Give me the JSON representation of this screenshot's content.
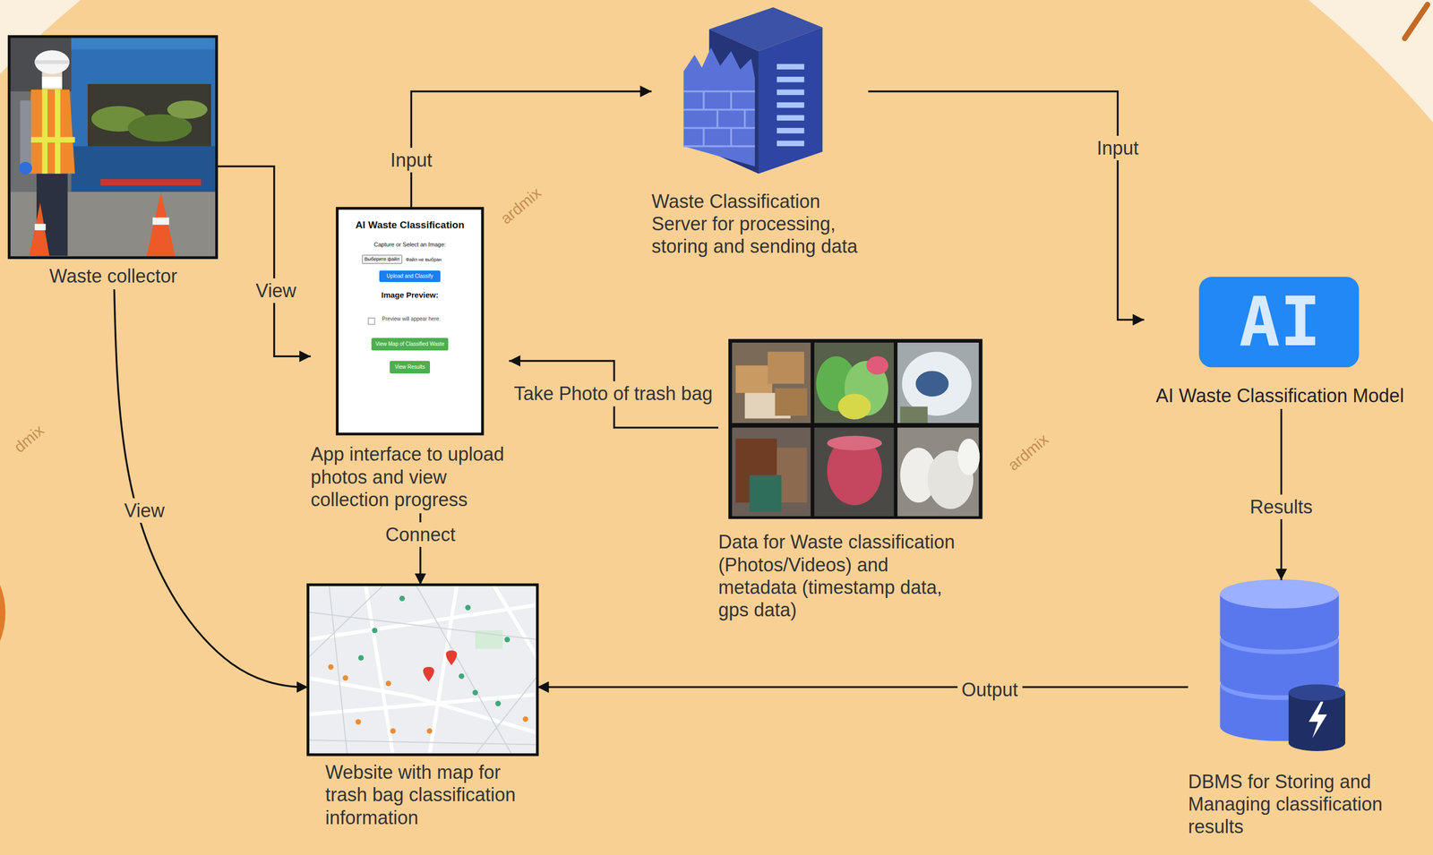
{
  "diagram": {
    "nodes": [
      {
        "text": [
          "Waste collector"
        ]
      },
      {
        "text": [
          "AI Waste Classification",
          "Capture or Select an Image:",
          "Файл не выбран",
          "Image Preview:",
          "Preview will appear here.",
          "App interface to upload photos and view collection progress"
        ]
      },
      {
        "text": [
          "Выберите файл"
        ],
        "in": 1
      },
      {
        "text": [
          "Upload and Classify"
        ],
        "in": 1
      },
      {
        "text": [
          "View Map of Classified Waste"
        ],
        "in": 1
      },
      {
        "text": [
          "View Results"
        ],
        "in": 1
      },
      {
        "text": [
          "Waste Classification Server for processing, storing and sending data"
        ]
      },
      {
        "text": [
          "AI",
          "AI Waste Classification Model"
        ]
      },
      {
        "text": [
          "Data for Waste classification (Photos/Videos) and metadata (timestamp data, gps data)"
        ]
      },
      {
        "text": [
          "Website with map for trash bag classification information"
        ]
      },
      {
        "text": [
          "DBMS for Storing and Managing classification results"
        ]
      }
    ],
    "edges": [
      {
        "from": 0,
        "to": 1,
        "label": "View",
        "arrow": "to"
      },
      {
        "from": 0,
        "to": 9,
        "label": "View",
        "arrow": "to"
      },
      {
        "from": 1,
        "to": 6,
        "label": "Input",
        "arrow": "to"
      },
      {
        "from": 6,
        "to": 7,
        "label": "Input",
        "arrow": "to"
      },
      {
        "from": 8,
        "to": 1,
        "label": "Take Photo of trash bag",
        "arrow": "to"
      },
      {
        "from": 1,
        "to": 9,
        "label": "Connect",
        "arrow": "to"
      },
      {
        "from": 7,
        "to": 10,
        "label": "Results",
        "arrow": "to"
      },
      {
        "from": 10,
        "to": 9,
        "label": "Output",
        "arrow": "to"
      }
    ],
    "labels": [
      "ardmix",
      "dmix",
      "ardmix"
    ]
  }
}
